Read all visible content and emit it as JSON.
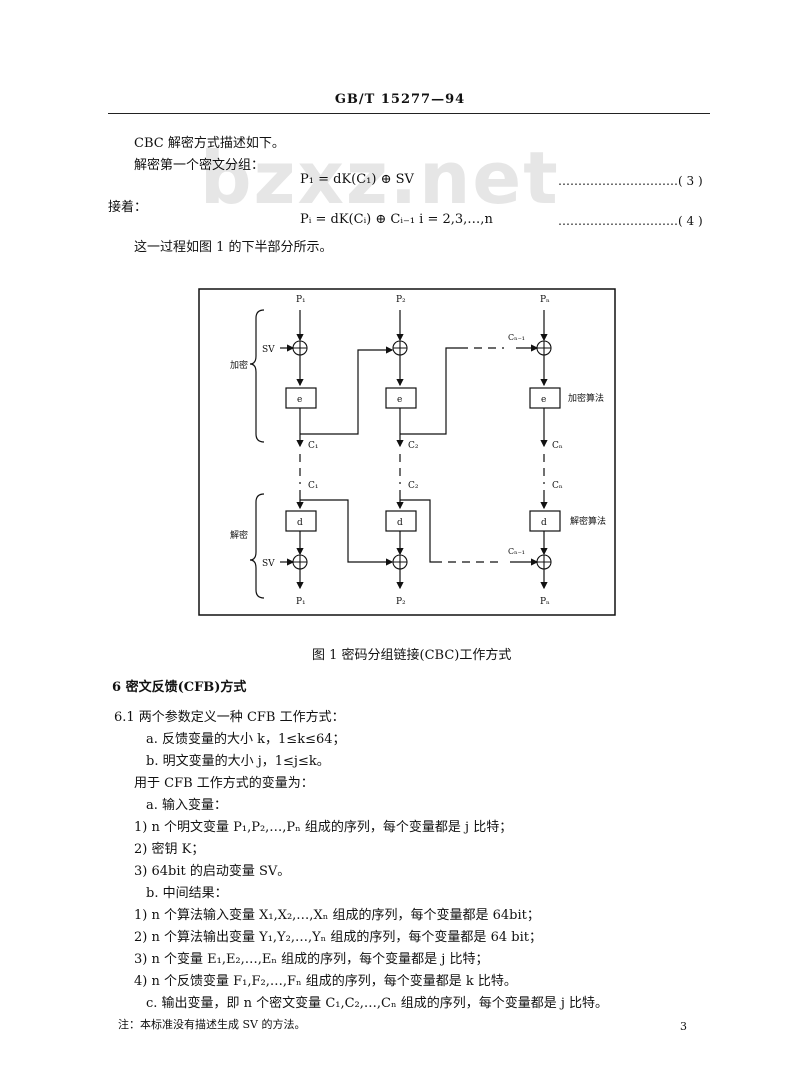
{
  "header": "GB/T 15277—94",
  "watermark": "bzxz.net",
  "cbc": {
    "intro": "CBC 解密方式描述如下。",
    "first_block": "解密第一个密文分组：",
    "eq3": "P₁ = dK(C₁) ⊕ SV",
    "eq3_num": "…………………………( 3 )",
    "next": "接着：",
    "eq4": "Pᵢ = dK(Cᵢ) ⊕ Cᵢ₋₁   i = 2,3,…,n",
    "eq4_num": "…………………………( 4 )",
    "process": "这一过程如图 1 的下半部分所示。"
  },
  "figure": {
    "labels": {
      "p1_top": "P₁",
      "p2_top": "P₂",
      "pn_top": "Pₙ",
      "sv_enc": "SV",
      "sv_dec": "SV",
      "cn1_enc": "Cₙ₋₁",
      "cn1_dec": "Cₙ₋₁",
      "enc_group": "加密",
      "dec_group": "解密",
      "enc_alg": "加密算法",
      "dec_alg": "解密算法",
      "e1": "e",
      "e2": "e",
      "en": "e",
      "d1": "d",
      "d2": "d",
      "dn": "d",
      "c1_out": "C₁",
      "c2_out": "C₂",
      "cn_out": "Cₙ",
      "c1_in": "C₁",
      "c2_in": "C₂",
      "cn_in": "Cₙ",
      "p1_bot": "P₁",
      "p2_bot": "P₂",
      "pn_bot": "Pₙ",
      "xor": "⊕"
    },
    "caption": "图 1   密码分组链接(CBC)工作方式"
  },
  "section6": {
    "heading": "6  密文反馈(CFB)方式",
    "s61": "6.1  两个参数定义一种 CFB 工作方式：",
    "a": "a.   反馈变量的大小 k，1≤k≤64；",
    "b": "b.   明文变量的大小 j，1≤j≤k。",
    "vars_intro": "用于 CFB 工作方式的变量为：",
    "a_input": "a.   输入变量：",
    "in1": "1) n 个明文变量 P₁,P₂,…,Pₙ 组成的序列，每个变量都是 j 比特；",
    "in2": "2) 密钥 K；",
    "in3": "3) 64bit 的启动变量 SV。",
    "b_mid": "b.   中间结果：",
    "mid1": "1) n 个算法输入变量 X₁,X₂,…,Xₙ 组成的序列，每个变量都是 64bit；",
    "mid2": "2) n 个算法输出变量 Y₁,Y₂,…,Yₙ 组成的序列，每个变量都是 64 bit；",
    "mid3": "3) n 个变量 E₁,E₂,…,Eₙ 组成的序列，每个变量都是 j 比特；",
    "mid4": "4) n 个反馈变量 F₁,F₂,…,Fₙ 组成的序列，每个变量都是 k 比特。",
    "c_out": "c.   输出变量，即 n 个密文变量 C₁,C₂,…,Cₙ 组成的序列，每个变量都是 j 比特。",
    "note": "注：本标准没有描述生成 SV 的方法。"
  },
  "page_number": "3"
}
